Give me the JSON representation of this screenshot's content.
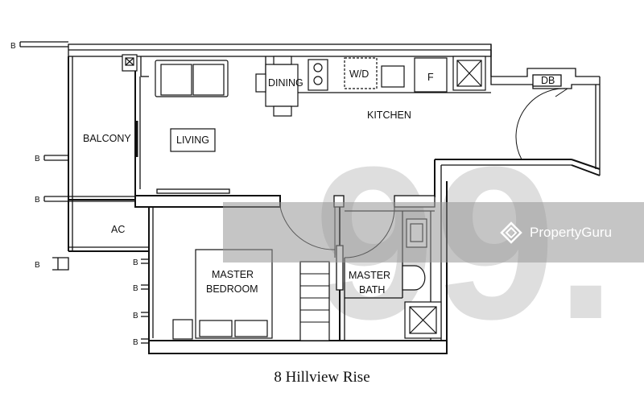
{
  "caption": "8 Hillview Rise",
  "rooms": {
    "balcony": "BALCONY",
    "living": "LIVING",
    "dining": "DINING",
    "kitchen": "KITCHEN",
    "ac": "AC",
    "master_bedroom_line1": "MASTER",
    "master_bedroom_line2": "BEDROOM",
    "master_bath_line1": "MASTER",
    "master_bath_line2": "BATH"
  },
  "fixtures": {
    "washer_dryer": "W/D",
    "fridge": "F",
    "db": "DB"
  },
  "bay_window_marker": "B",
  "watermark": {
    "digits": "99.",
    "brand": "PropertyGuru",
    "logo": "propertyguru-logo-icon"
  },
  "colors": {
    "wall": "#111111",
    "watermark_gray": "#9a9a9a"
  }
}
